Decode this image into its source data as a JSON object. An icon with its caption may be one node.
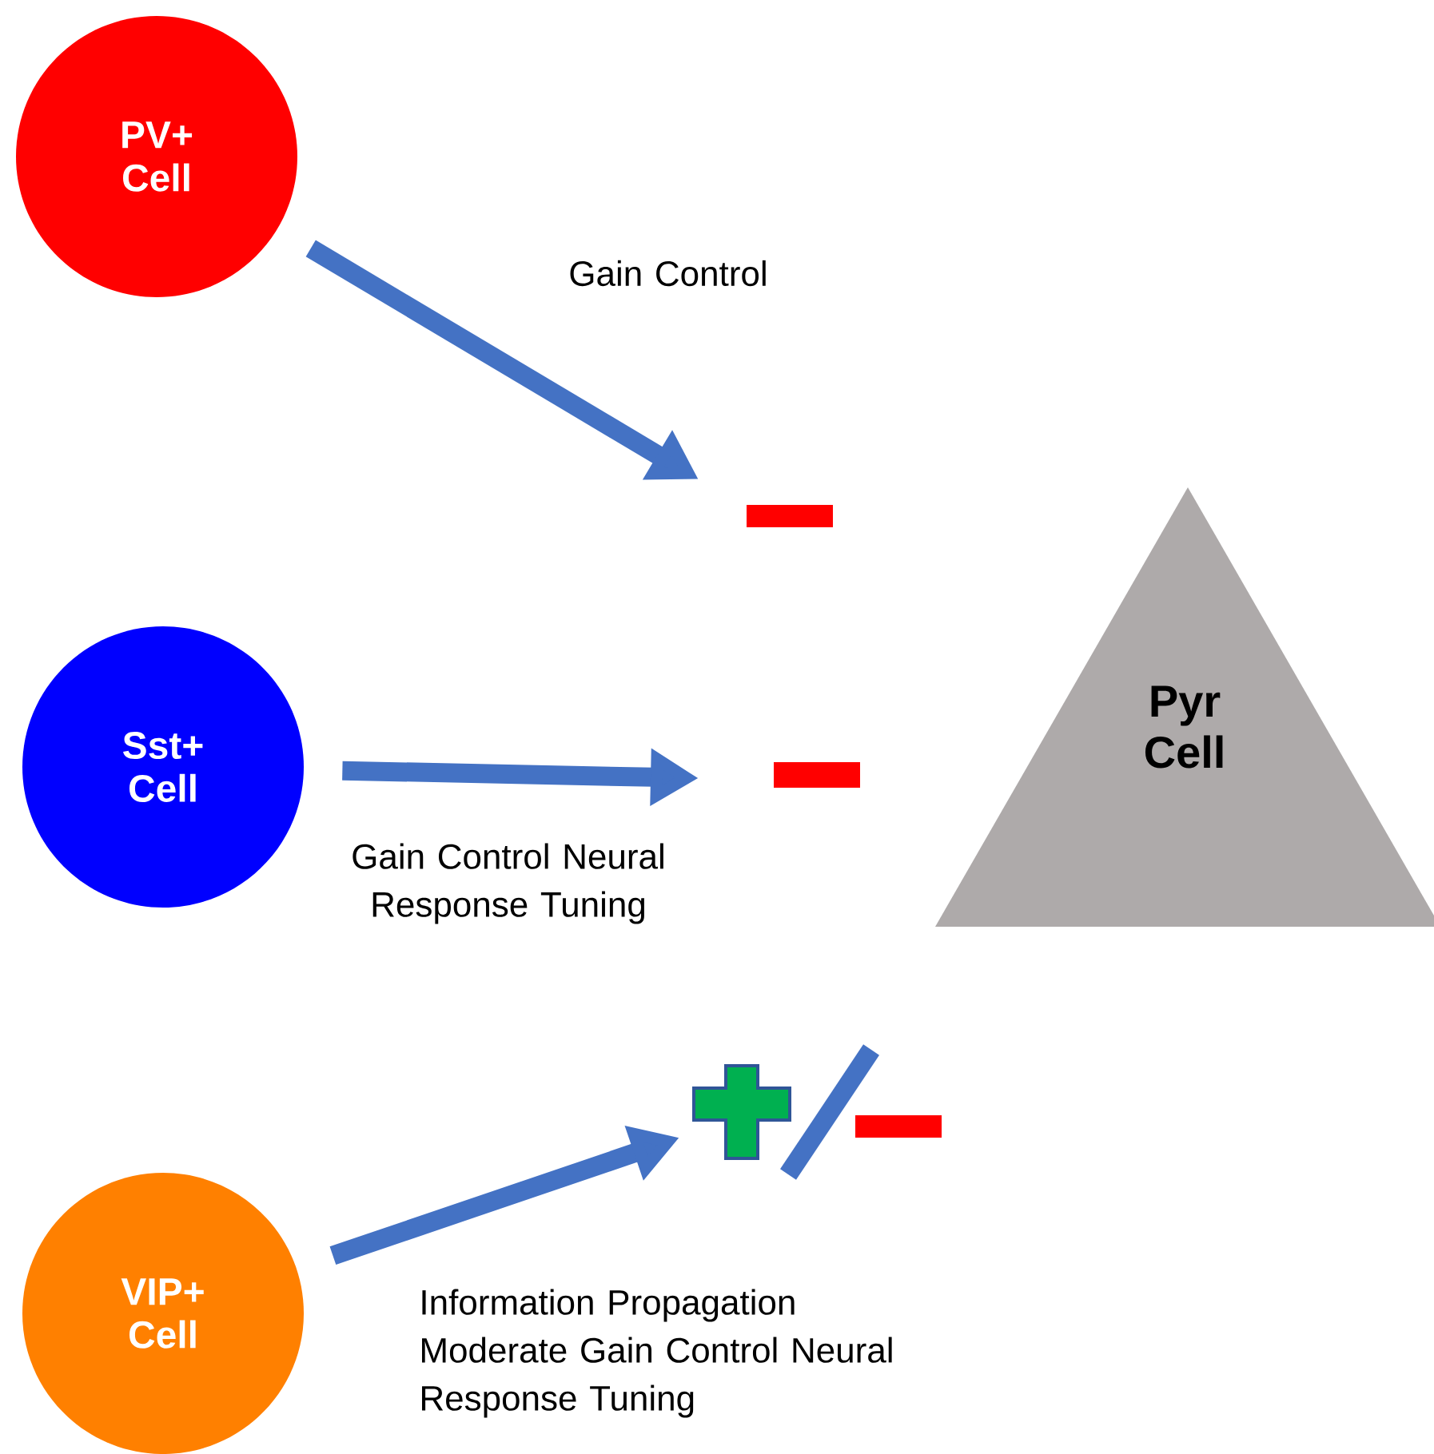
{
  "diagram": {
    "nodes": [
      {
        "text": [
          "PV+ Cell"
        ]
      },
      {
        "text": [
          "Sst+ Cell"
        ]
      },
      {
        "text": [
          "VIP+ Cell"
        ]
      },
      {
        "text": [
          "Pyr Cell"
        ]
      }
    ],
    "edges": [
      {
        "from": 0,
        "to": null,
        "arrow": "to",
        "label": "Gain Control"
      },
      {
        "from": 1,
        "to": null,
        "arrow": "to",
        "label": "Gain Control Neural Response Tuning"
      },
      {
        "from": 2,
        "to": null,
        "arrow": "to",
        "label": "Information Propagation Moderate Gain Control Neural Response Tuning"
      }
    ]
  }
}
